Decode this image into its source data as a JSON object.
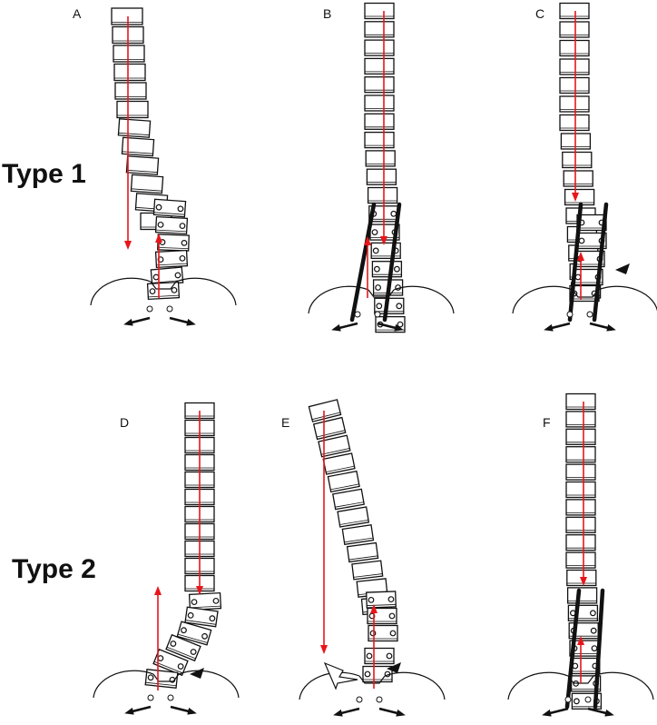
{
  "figure": {
    "type_labels": [
      "Type 1",
      "Type 2"
    ],
    "panels": [
      {
        "id": "A",
        "label": "A",
        "rods": false,
        "arrowhead_marker": false,
        "hollow_arrow": false
      },
      {
        "id": "B",
        "label": "B",
        "rods": true,
        "arrowhead_marker": false,
        "hollow_arrow": false
      },
      {
        "id": "C",
        "label": "C",
        "rods": true,
        "arrowhead_marker": true,
        "hollow_arrow": false
      },
      {
        "id": "D",
        "label": "D",
        "rods": false,
        "arrowhead_marker": true,
        "hollow_arrow": false
      },
      {
        "id": "E",
        "label": "E",
        "rods": false,
        "arrowhead_marker": true,
        "hollow_arrow": true
      },
      {
        "id": "F",
        "label": "F",
        "rods": true,
        "arrowhead_marker": false,
        "hollow_arrow": false
      }
    ]
  },
  "colors": {
    "plumb_line": "#e8161b",
    "outline": "#111111",
    "background": "#ffffff"
  }
}
